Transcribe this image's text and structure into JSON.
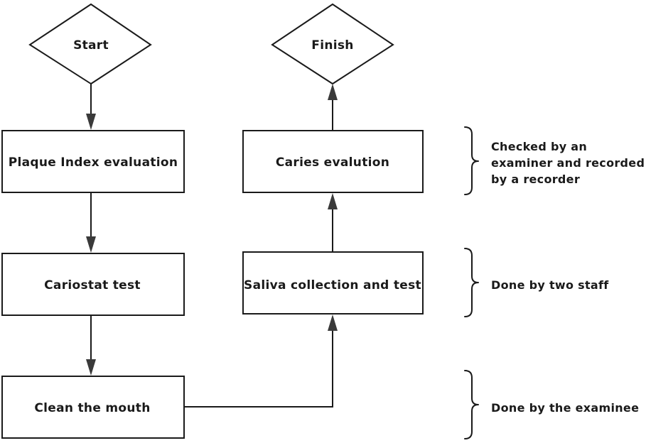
{
  "nodes": {
    "start": "Start",
    "finish": "Finish",
    "plaque_index": "Plaque Index evaluation",
    "cariostat": "Cariostat test",
    "clean_mouth": "Clean the mouth",
    "saliva": "Saliva collection and test",
    "caries": "Caries evalution"
  },
  "annotations": {
    "caries_note": [
      "Checked by an",
      "examiner and recorded",
      "by a recorder"
    ],
    "saliva_note": "Done by two staff",
    "clean_note": "Done by the examinee"
  }
}
